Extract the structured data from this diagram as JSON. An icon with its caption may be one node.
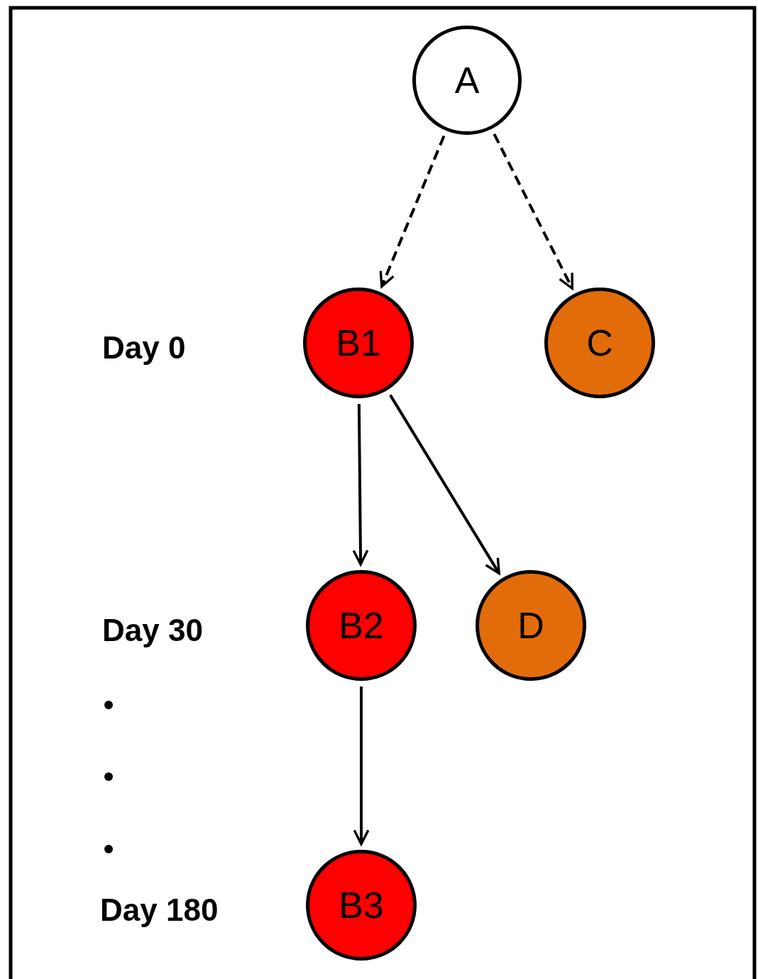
{
  "diagram": {
    "nodes": [
      {
        "text": [
          "A"
        ]
      },
      {
        "text": [
          "B1"
        ]
      },
      {
        "text": [
          "C"
        ]
      },
      {
        "text": [
          "B2"
        ]
      },
      {
        "text": [
          "D"
        ]
      },
      {
        "text": [
          "B3"
        ]
      }
    ],
    "edges": [
      {
        "from": 0,
        "to": 1,
        "arrow": "to",
        "style": "dashed"
      },
      {
        "from": 0,
        "to": 2,
        "arrow": "to",
        "style": "dashed"
      },
      {
        "from": 1,
        "to": 3,
        "arrow": "to"
      },
      {
        "from": 1,
        "to": 4,
        "arrow": "to"
      },
      {
        "from": 3,
        "to": 5,
        "arrow": "to"
      }
    ],
    "labels": [
      "Day 0",
      "Day 30",
      "Day 180"
    ]
  }
}
